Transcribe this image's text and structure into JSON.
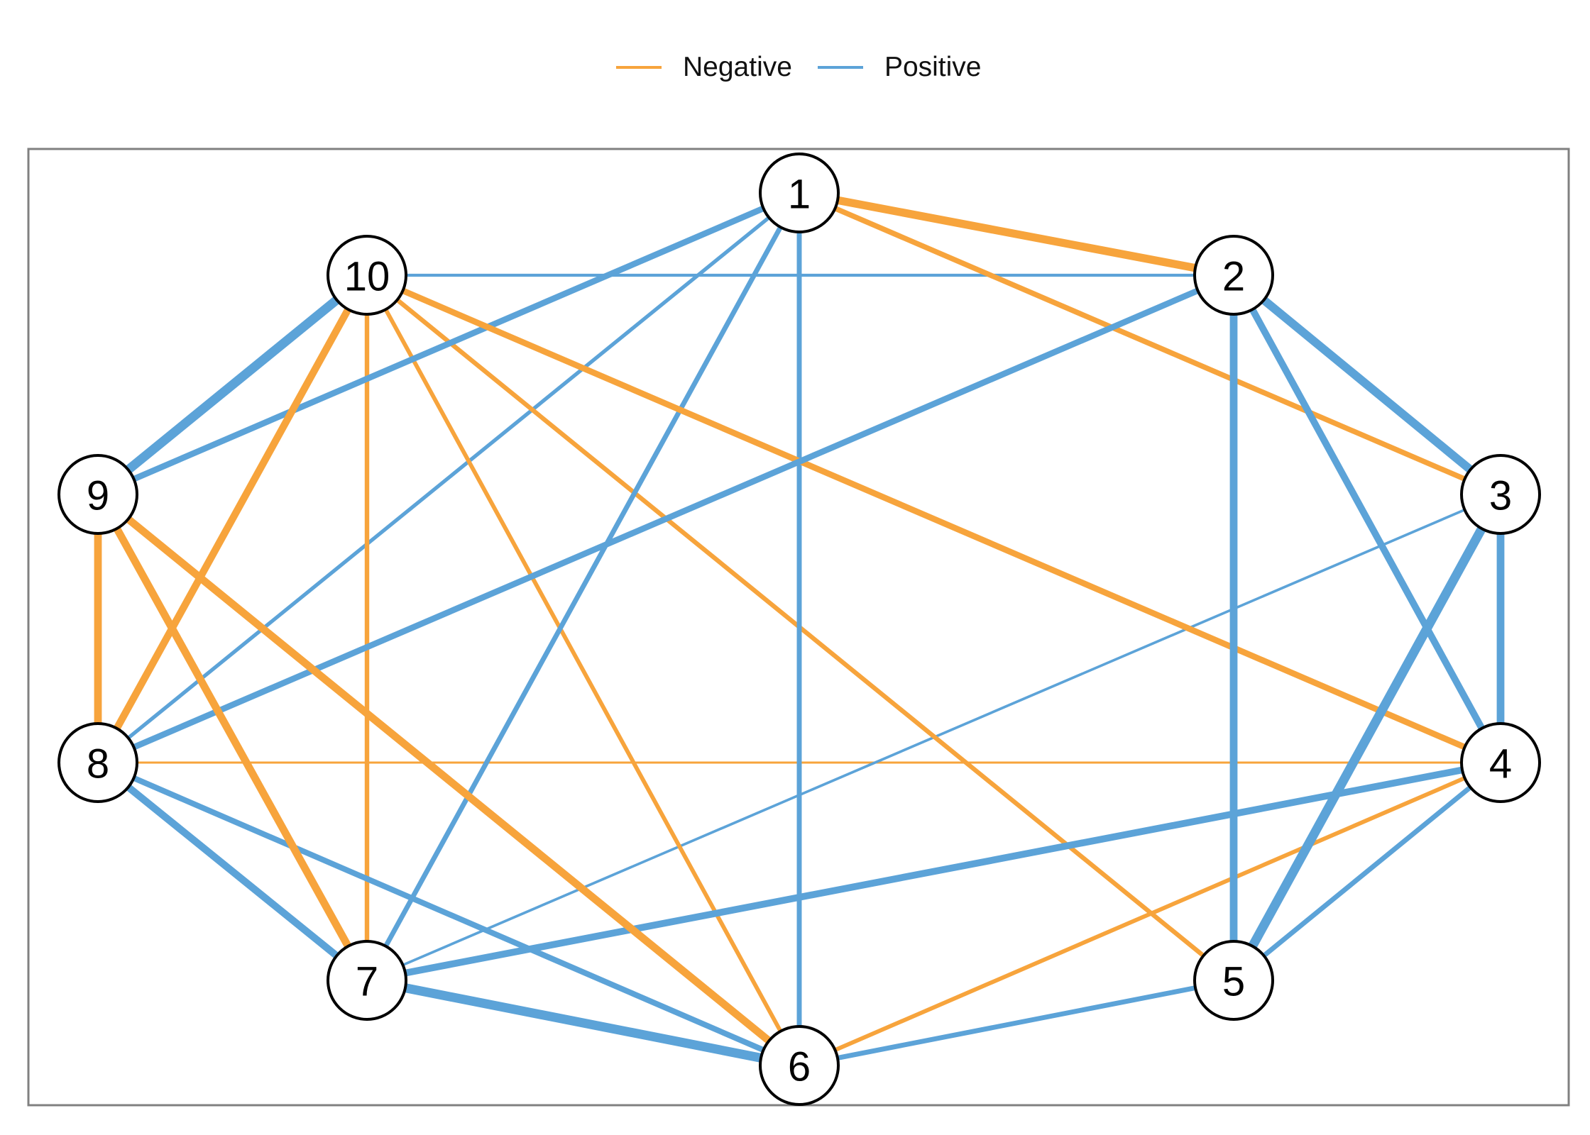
{
  "legend": {
    "items": [
      {
        "label": "Negative",
        "color": "#F7A43C"
      },
      {
        "label": "Positive",
        "color": "#5CA3D8"
      }
    ]
  },
  "colors": {
    "negative": "#F7A43C",
    "positive": "#5CA3D8",
    "frame": "#808080",
    "node_stroke": "#000000",
    "node_fill": "#ffffff"
  },
  "nodes": [
    {
      "id": "1",
      "label": "1"
    },
    {
      "id": "2",
      "label": "2"
    },
    {
      "id": "3",
      "label": "3"
    },
    {
      "id": "4",
      "label": "4"
    },
    {
      "id": "5",
      "label": "5"
    },
    {
      "id": "6",
      "label": "6"
    },
    {
      "id": "7",
      "label": "7"
    },
    {
      "id": "8",
      "label": "8"
    },
    {
      "id": "9",
      "label": "9"
    },
    {
      "id": "10",
      "label": "10"
    }
  ],
  "edges": [
    {
      "source": "1",
      "target": "2",
      "sign": "Negative",
      "weight": 0.85
    },
    {
      "source": "1",
      "target": "3",
      "sign": "Negative",
      "weight": 0.5
    },
    {
      "source": "1",
      "target": "9",
      "sign": "Positive",
      "weight": 0.6
    },
    {
      "source": "1",
      "target": "8",
      "sign": "Positive",
      "weight": 0.3
    },
    {
      "source": "1",
      "target": "7",
      "sign": "Positive",
      "weight": 0.45
    },
    {
      "source": "1",
      "target": "6",
      "sign": "Positive",
      "weight": 0.45
    },
    {
      "source": "10",
      "target": "2",
      "sign": "Positive",
      "weight": 0.2
    },
    {
      "source": "10",
      "target": "9",
      "sign": "Positive",
      "weight": 1.0
    },
    {
      "source": "10",
      "target": "8",
      "sign": "Negative",
      "weight": 0.75
    },
    {
      "source": "10",
      "target": "7",
      "sign": "Negative",
      "weight": 0.4
    },
    {
      "source": "10",
      "target": "6",
      "sign": "Negative",
      "weight": 0.35
    },
    {
      "source": "10",
      "target": "5",
      "sign": "Negative",
      "weight": 0.4
    },
    {
      "source": "10",
      "target": "4",
      "sign": "Negative",
      "weight": 0.6
    },
    {
      "source": "2",
      "target": "3",
      "sign": "Positive",
      "weight": 0.9
    },
    {
      "source": "2",
      "target": "4",
      "sign": "Positive",
      "weight": 0.7
    },
    {
      "source": "2",
      "target": "5",
      "sign": "Positive",
      "weight": 0.8
    },
    {
      "source": "2",
      "target": "8",
      "sign": "Positive",
      "weight": 0.6
    },
    {
      "source": "3",
      "target": "4",
      "sign": "Positive",
      "weight": 0.8
    },
    {
      "source": "3",
      "target": "5",
      "sign": "Positive",
      "weight": 1.0
    },
    {
      "source": "3",
      "target": "7",
      "sign": "Positive",
      "weight": 0.15
    },
    {
      "source": "4",
      "target": "8",
      "sign": "Negative",
      "weight": 0.1
    },
    {
      "source": "4",
      "target": "7",
      "sign": "Positive",
      "weight": 0.7
    },
    {
      "source": "4",
      "target": "6",
      "sign": "Negative",
      "weight": 0.35
    },
    {
      "source": "4",
      "target": "5",
      "sign": "Positive",
      "weight": 0.45
    },
    {
      "source": "5",
      "target": "6",
      "sign": "Positive",
      "weight": 0.45
    },
    {
      "source": "9",
      "target": "8",
      "sign": "Negative",
      "weight": 0.8
    },
    {
      "source": "9",
      "target": "7",
      "sign": "Negative",
      "weight": 0.8
    },
    {
      "source": "9",
      "target": "6",
      "sign": "Negative",
      "weight": 0.8
    },
    {
      "source": "8",
      "target": "7",
      "sign": "Positive",
      "weight": 0.75
    },
    {
      "source": "8",
      "target": "6",
      "sign": "Positive",
      "weight": 0.55
    },
    {
      "source": "7",
      "target": "6",
      "sign": "Positive",
      "weight": 1.0
    }
  ]
}
